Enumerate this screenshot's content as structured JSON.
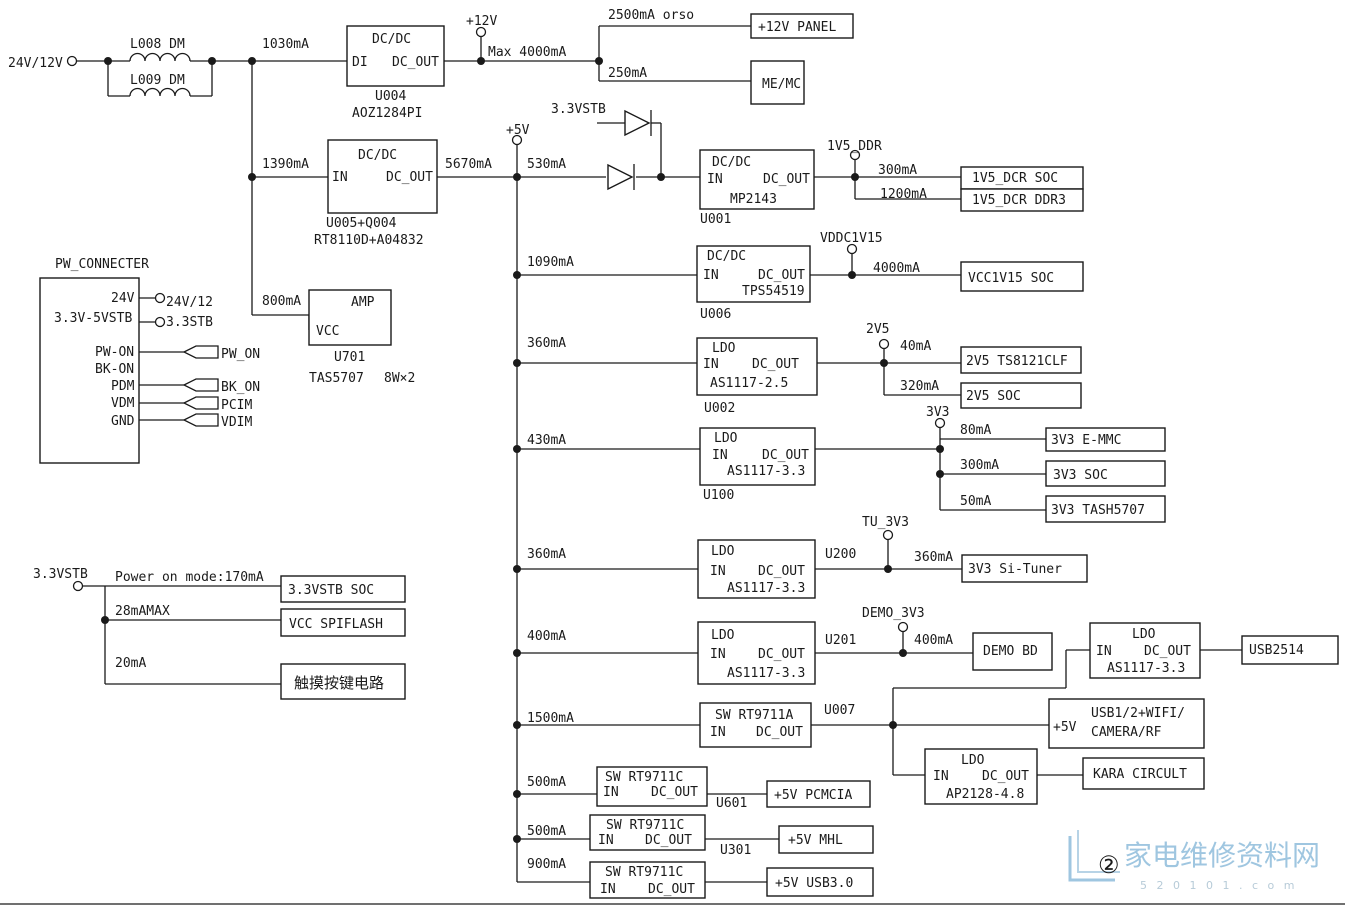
{
  "input": {
    "label": "24V/12V"
  },
  "filters": {
    "l008": "L008 DM",
    "l009": "L009 DM"
  },
  "currents": {
    "c1030": "1030mA",
    "c1390": "1390mA",
    "c800": "800mA",
    "c5670": "5670mA",
    "c2500": "2500mA orso",
    "c250": "250mA",
    "max4000": "Max 4000mA",
    "c530": "530mA",
    "c300a": "300mA",
    "c1200": "1200mA",
    "c1090": "1090mA",
    "c4000": "4000mA",
    "c360a": "360mA",
    "c40": "40mA",
    "c320": "320mA",
    "c430": "430mA",
    "c80": "80mA",
    "c300b": "300mA",
    "c50": "50mA",
    "c360b": "360mA",
    "c360c": "360mA",
    "c400a": "400mA",
    "c400b": "400mA",
    "c1500": "1500mA",
    "c500a": "500mA",
    "c500b": "500mA",
    "c900": "900mA"
  },
  "rails": {
    "p12v": "+12V",
    "p5v": "+5V",
    "stb33": "3.3VSTB",
    "v1v5ddr": "1V5_DDR",
    "vddc": "VDDC1V15",
    "v2v5": "2V5",
    "v3v3": "3V3",
    "tu3v3": "TU_3V3",
    "demo3v3": "DEMO_3V3"
  },
  "blocks": {
    "u004": {
      "l1": "DC/DC",
      "l2": "DI",
      "l3": "DC_OUT",
      "ref": "U004",
      "part": "AOZ1284PI"
    },
    "u005": {
      "l1": "DC/DC",
      "l2": "IN",
      "l3": "DC_OUT",
      "ref": "U005+Q004",
      "part": "RT8110D+A04832"
    },
    "u701": {
      "l1": "AMP",
      "l2": "VCC",
      "ref": "U701",
      "part": "TAS5707",
      "note": "8W×2"
    },
    "u001": {
      "l1": "DC/DC",
      "l2": "IN",
      "l3": "DC_OUT",
      "l4": "MP2143",
      "ref": "U001"
    },
    "u006": {
      "l1": "DC/DC",
      "l2": "IN",
      "l3": "DC_OUT",
      "l4": "TPS54519",
      "ref": "U006"
    },
    "u002": {
      "l1": "LDO",
      "l2": "IN",
      "l3": "DC_OUT",
      "l4": "AS1117-2.5",
      "ref": "U002"
    },
    "u100": {
      "l1": "LDO",
      "l2": "IN",
      "l3": "DC_OUT",
      "l4": "AS1117-3.3",
      "ref": "U100"
    },
    "u200": {
      "l1": "LDO",
      "l2": "IN",
      "l3": "DC_OUT",
      "l4": "AS1117-3.3",
      "ref": "U200"
    },
    "u201": {
      "l1": "LDO",
      "l2": "IN",
      "l3": "DC_OUT",
      "l4": "AS1117-3.3",
      "ref": "U201"
    },
    "u007": {
      "l1": "SW RT9711A",
      "l2": "IN",
      "l3": "DC_OUT",
      "ref": "U007"
    },
    "u601": {
      "l1": "SW RT9711C",
      "l2": "IN",
      "l3": "DC_OUT",
      "ref": "U601"
    },
    "u301": {
      "l1": "SW RT9711C",
      "l2": "IN",
      "l3": "DC_OUT",
      "ref": "U301"
    },
    "u300": {
      "l1": "SW RT9711C",
      "l2": "IN",
      "l3": "DC_OUT"
    },
    "usbldo": {
      "l1": "LDO",
      "l2": "IN",
      "l3": "DC_OUT",
      "l4": "AS1117-3.3"
    },
    "ap2128": {
      "l1": "LDO",
      "l2": "IN",
      "l3": "DC_OUT",
      "l4": "AP2128-4.8"
    }
  },
  "loads": {
    "panel": "+12V PANEL",
    "memc": "ME/MC",
    "ddr_soc": "1V5_DCR   SOC",
    "ddr_ddr3": "1V5_DCR   DDR3",
    "vcc_soc": "VCC1V15 SOC",
    "ts8121": "2V5 TS8121CLF",
    "v25soc": "2V5  SOC",
    "emmc": "3V3  E-MMC",
    "v33soc": "3V3 SOC",
    "tash": "3V3  TASH5707",
    "tuner": "3V3   Si-Tuner",
    "demo": "DEMO BD",
    "usb2514": "USB2514",
    "usb_plus": "+5V",
    "usb1": "USB1/2+WIFI/",
    "usb2": "CAMERA/RF",
    "kara": "KARA CIRCULT",
    "pcmcia": "+5V  PCMCIA",
    "mhl": "+5V MHL",
    "usb3": "+5V USB3.0"
  },
  "connector": {
    "title": "PW_CONNECTER",
    "pins": [
      "24V",
      "3.3V-5VSTB",
      "PW-ON",
      "BK-ON",
      "PDM",
      "VDM",
      "GND"
    ],
    "out_24": "24V/12",
    "out_stb": "3.3STB",
    "tags": [
      "PW_ON",
      "BK_ON",
      "PCIM",
      "VDIM"
    ]
  },
  "standby": {
    "source": "3.3VSTB",
    "mode": "Power on mode:170mA",
    "c28": "28mAMAX",
    "c20": "20mA",
    "load1": "3.3VSTB    SOC",
    "load2": "VCC SPIFLASH",
    "load3": "触摸按键电路"
  },
  "watermark": {
    "num": "②",
    "cn": "家电维修资料网",
    "sub": "5 2 0 1 0 1 . c o m"
  },
  "colors": {
    "ink": "#1a1a1a",
    "watermark": "#9fc6e0"
  }
}
